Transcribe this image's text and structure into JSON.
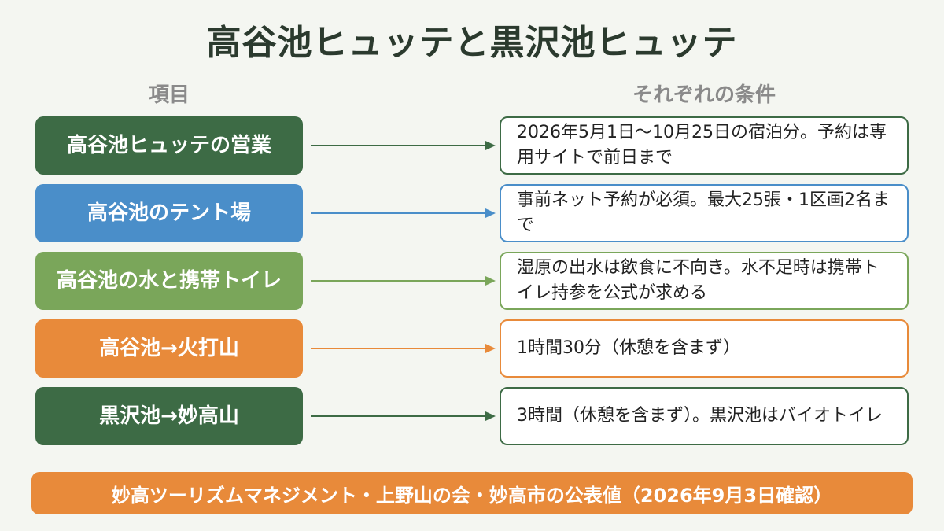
{
  "title": "高谷池ヒュッテと黒沢池ヒュッテ",
  "headers": {
    "left": "項目",
    "right": "それぞれの条件"
  },
  "rows": [
    {
      "label": "高谷池ヒュッテの営業",
      "condition": "2026年5月1日〜10月25日の宿泊分。予約は専用サイトで前日まで",
      "color": "#3d6b45"
    },
    {
      "label": "高谷池のテント場",
      "condition": "事前ネット予約が必須。最大25張・1区画2名まで",
      "color": "#4a8ec9"
    },
    {
      "label": "高谷池の水と携帯トイレ",
      "condition": "湿原の出水は飲食に不向き。水不足時は携帯トイレ持参を公式が求める",
      "color": "#7aa65a"
    },
    {
      "label": "高谷池→火打山",
      "condition": "1時間30分（休憩を含まず）",
      "color": "#e88a3a"
    },
    {
      "label": "黒沢池→妙高山",
      "condition": "3時間（休憩を含まず）。黒沢池はバイオトイレ",
      "color": "#3d6b45"
    }
  ],
  "footer": "妙高ツーリズムマネジメント・上野山の会・妙高市の公表値（2026年9月3日確認）"
}
